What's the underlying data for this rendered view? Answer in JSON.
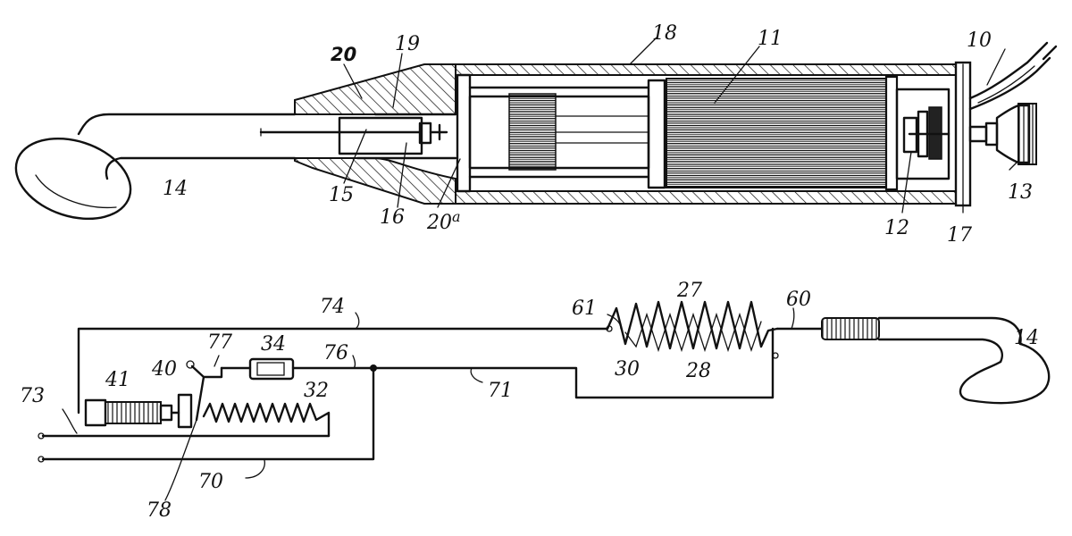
{
  "figure": {
    "top_assembly_labels": {
      "l10": "10",
      "l11": "11",
      "l12": "12",
      "l13": "13",
      "l14": "14",
      "l15": "15",
      "l16": "16",
      "l17": "17",
      "l18": "18",
      "l19": "19",
      "l20": "20",
      "l20a": "20",
      "l20a_sup": "a"
    },
    "circuit_labels": {
      "l14": "14",
      "l27": "27",
      "l28": "28",
      "l30": "30",
      "l32": "32",
      "l34": "34",
      "l40": "40",
      "l41": "41",
      "l60": "60",
      "l61": "61",
      "l70": "70",
      "l71": "71",
      "l73": "73",
      "l74": "74",
      "l76": "76",
      "l77": "77",
      "l78": "78"
    }
  }
}
